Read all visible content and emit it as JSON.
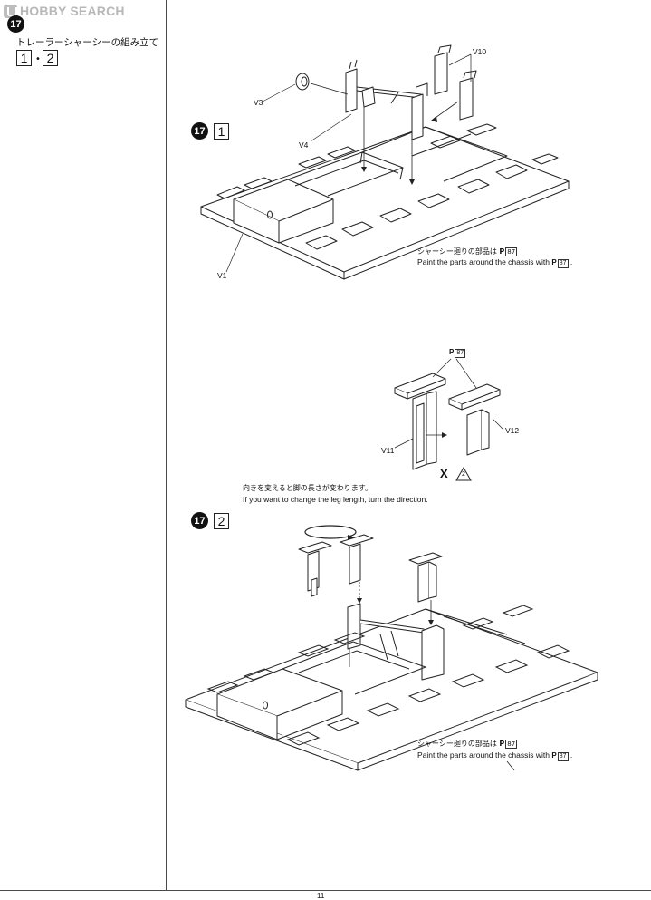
{
  "watermark": {
    "text": "HOBBY SEARCH"
  },
  "sidebar": {
    "step_number": "17",
    "title": "トレーラーシャーシーの組み立て",
    "substeps": [
      "1",
      "2"
    ],
    "separator": "•"
  },
  "step1": {
    "step_number": "17",
    "substep": "1",
    "parts": {
      "v1": "V1",
      "v3": "V3",
      "v4": "V4",
      "v10": "V10"
    },
    "paint_note_jp": "シャーシー廻りの部品は",
    "paint_note_en": "Paint the parts around the chassis with",
    "paint_code": "87"
  },
  "subassembly": {
    "paint_label_code": "87",
    "parts": {
      "v11": "V11",
      "v12": "V12"
    },
    "warning_symbol": "X",
    "warning_count": "2"
  },
  "step2": {
    "step_number": "17",
    "substep": "2",
    "turn_note_jp": "向きを変えると脚の長さが変わります。",
    "turn_note_en": "If you want to change the leg length, turn the direction.",
    "paint_note_jp": "シャーシー廻りの部品は",
    "paint_note_en": "Paint the parts around the chassis with",
    "paint_code": "87"
  },
  "footer": {
    "page_number": "11"
  },
  "colors": {
    "ink": "#111111",
    "watermark": "#b8b8b8",
    "paper": "#ffffff"
  }
}
